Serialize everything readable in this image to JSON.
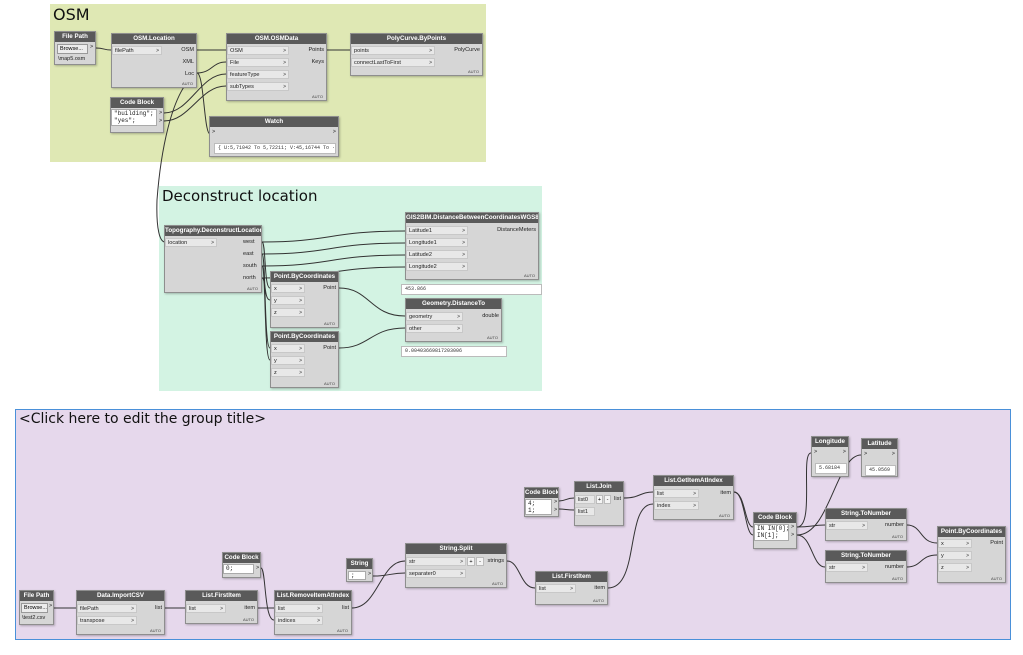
{
  "groups": {
    "osm": "OSM",
    "deconstruct": "Deconstruct location",
    "click": "<Click here to edit the group title>"
  },
  "nodes": {
    "filepath1": {
      "title": "File Path",
      "browse": "Browse...",
      "arrow": ">",
      "path": "\\map5.osm"
    },
    "osmloc": {
      "title": "OSM.Location",
      "in_filepath": "filePath",
      "out_osm": "OSM",
      "out_xml": "XML",
      "out_loc": "Loc"
    },
    "osmdata": {
      "title": "OSM.OSMData",
      "in_osm": "OSM",
      "in_file": "File",
      "in_feature": "featureType",
      "in_sub": "subTypes",
      "out_points": "Points",
      "out_keys": "Keys"
    },
    "polycurve": {
      "title": "PolyCurve.ByPoints",
      "in_points": "points",
      "in_connect": "connectLastToFirst",
      "out": "PolyCurve"
    },
    "codeblock1": {
      "title": "Code Block",
      "line1": "\"building\";",
      "line2": "\"yes\";"
    },
    "watch": {
      "title": "Watch",
      "value": "{ U:5,71042 To 5,72211; V:45,16744 To ·"
    },
    "deconloc": {
      "title": "Topography.DeconstructLocation",
      "in_location": "location",
      "out_west": "west",
      "out_east": "east",
      "out_south": "south",
      "out_north": "north"
    },
    "gis2bim": {
      "title": "GIS2BIM.DistanceBetweenCoordinatesWGS84",
      "in_lat1": "Latitude1",
      "in_lon1": "Longitude1",
      "in_lat2": "Latitude2",
      "in_lon2": "Longitude2",
      "out": "DistanceMeters",
      "value": "453.866"
    },
    "pt1": {
      "title": "Point.ByCoordinates",
      "x": "x",
      "y": "y",
      "z": "z",
      "out": "Point"
    },
    "pt2": {
      "title": "Point.ByCoordinates",
      "x": "x",
      "y": "y",
      "z": "z",
      "out": "Point"
    },
    "distto": {
      "title": "Geometry.DistanceTo",
      "in_geometry": "geometry",
      "in_other": "other",
      "out": "double",
      "value": "0.00403669817203006"
    },
    "filepath2": {
      "title": "File Path",
      "browse": "Browse...",
      "arrow": ">",
      "path": "\\test2.csv"
    },
    "importcsv": {
      "title": "Data.ImportCSV",
      "in_filepath": "filePath",
      "in_transpose": "transpose",
      "out": "list"
    },
    "firstitem1": {
      "title": "List.FirstItem",
      "in": "list",
      "out": "item"
    },
    "codeblock2": {
      "title": "Code Block",
      "line1": "0;"
    },
    "removeitem": {
      "title": "List.RemoveItemAtIndex",
      "in_list": "list",
      "in_indices": "indices",
      "out": "list"
    },
    "string": {
      "title": "String",
      "value": ";"
    },
    "split": {
      "title": "String.Split",
      "in_str": "str",
      "in_sep": "separater0",
      "out": "strings"
    },
    "firstitem2": {
      "title": "List.FirstItem",
      "in": "list",
      "out": "item"
    },
    "codeblock3": {
      "title": "Code Block",
      "line1": "4;",
      "line2": "1;"
    },
    "join": {
      "title": "List.Join",
      "in_list0": "list0",
      "in_list1": "list1",
      "out": "list"
    },
    "getitem": {
      "title": "List.GetItemAtIndex",
      "in_list": "list",
      "in_index": "index",
      "out": "item"
    },
    "codeblock4": {
      "title": "Code Block",
      "line1": "IN IN[0];",
      "line2": "IN[1];"
    },
    "longitude": {
      "title": "Longitude",
      "value": "5.68184"
    },
    "latitude": {
      "title": "Latitude",
      "value": "45.0569"
    },
    "tonum1": {
      "title": "String.ToNumber",
      "in": "str",
      "out": "number"
    },
    "tonum2": {
      "title": "String.ToNumber",
      "in": "str",
      "out": "number"
    },
    "pt3": {
      "title": "Point.ByCoordinates",
      "x": "x",
      "y": "y",
      "z": "z",
      "out": "Point"
    }
  },
  "misc": {
    "auto": "AUTO",
    "plus": "+",
    "minus": "-",
    "gt": ">"
  },
  "colors": {
    "osm_group": "#dfe8b4",
    "deconstruct_group": "#d3f3e3",
    "click_group": "#e6d8ec",
    "click_border": "#4a90d9",
    "node_header": "#5a5a5a",
    "node_body": "#d6d6d6",
    "wire": "#333333"
  }
}
